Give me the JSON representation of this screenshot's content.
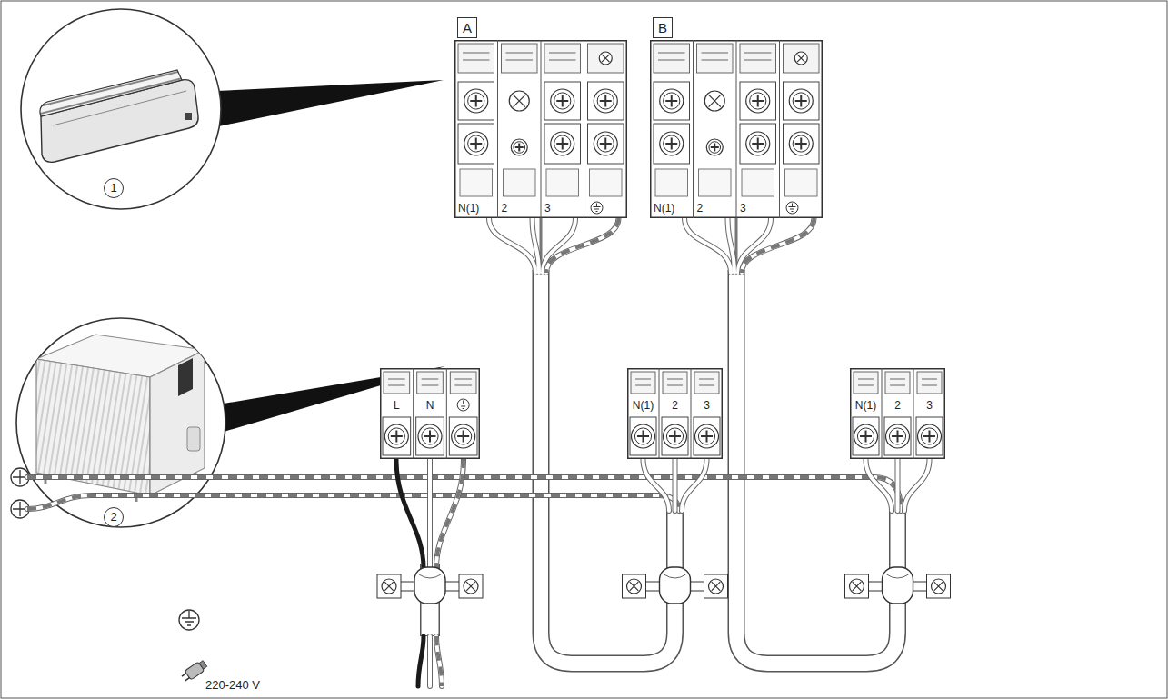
{
  "diagram": {
    "nodes": [
      {
        "text": [
          "A",
          "N(1)",
          "2",
          "3"
        ]
      },
      {
        "text": [
          "B",
          "N(1)",
          "2",
          "3"
        ]
      },
      {
        "text": [
          "L",
          "N"
        ]
      },
      {
        "text": [
          "N(1)",
          "2",
          "3"
        ]
      },
      {
        "text": [
          "N(1)",
          "2",
          "3"
        ]
      }
    ],
    "edges": [
      {
        "from": 3,
        "to": 0,
        "arrow": "none"
      },
      {
        "from": 4,
        "to": 1,
        "arrow": "none"
      }
    ],
    "labels": [
      "1",
      "2",
      "220-240 V"
    ]
  }
}
